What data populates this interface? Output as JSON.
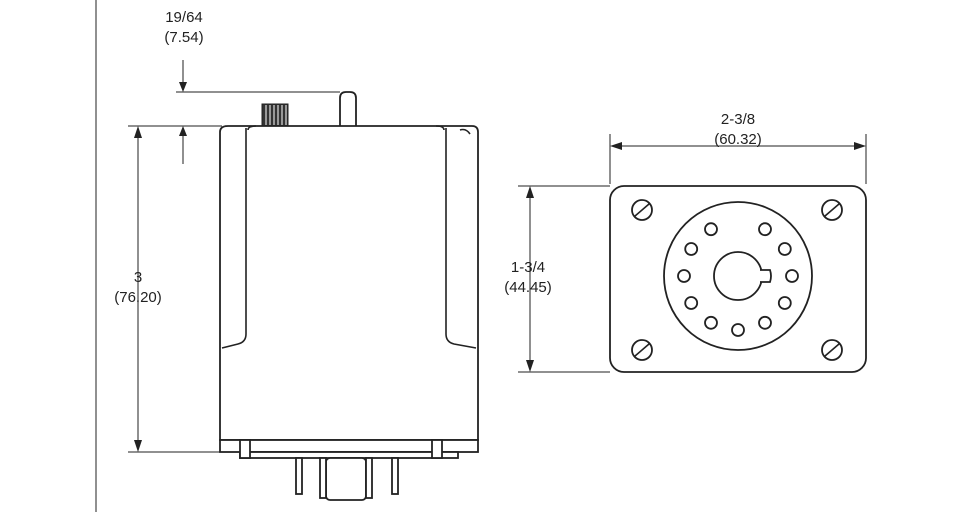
{
  "dimensions": {
    "pin_offset": {
      "fraction": "19/64",
      "metric": "(7.54)"
    },
    "height": {
      "fraction": "3",
      "metric": "(76.20)"
    },
    "width": {
      "fraction": "2-3/8",
      "metric": "(60.32)"
    },
    "depth": {
      "fraction": "1-3/4",
      "metric": "(44.45)"
    }
  },
  "colors": {
    "line": "#222222",
    "background": "#ffffff"
  },
  "socket": {
    "pin_count": 11
  }
}
